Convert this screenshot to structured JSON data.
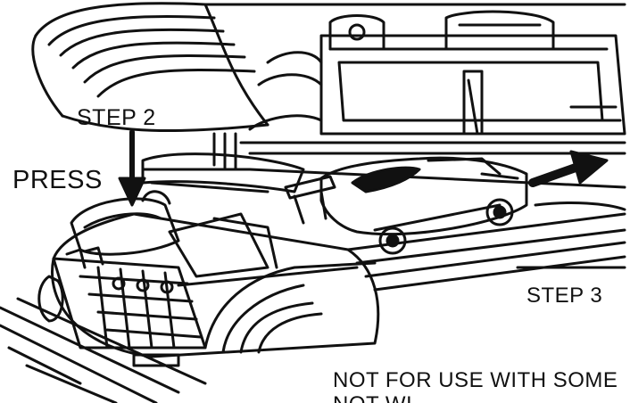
{
  "labels": {
    "step2": "STEP 2",
    "press": "PRESS",
    "step3": "STEP 3",
    "notice": "NOT FOR USE WITH SOME",
    "notice_cut": "NOT WI"
  },
  "colors": {
    "ink": "#111111",
    "paper": "#ffffff",
    "shade": "#bdbdbd"
  },
  "icons": {
    "press_arrow": "down-arrow-icon",
    "launch_arrow": "right-arrow-icon"
  }
}
